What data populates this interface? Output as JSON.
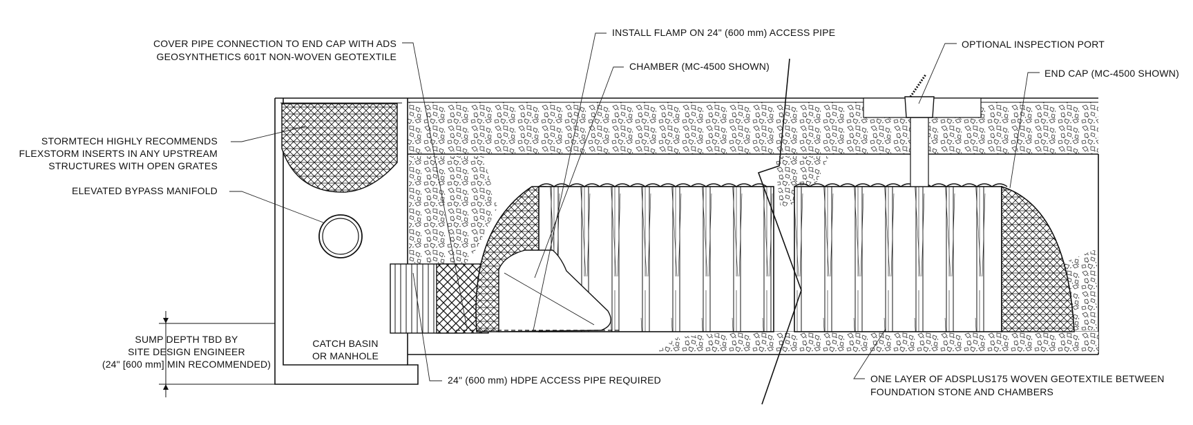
{
  "labels": {
    "geotextile_cover": [
      "COVER PIPE CONNECTION TO END CAP WITH ADS",
      "GEOSYNTHETICS 601T NON-WOVEN GEOTEXTILE"
    ],
    "flamp": "INSTALL FLAMP ON 24\" (600 mm) ACCESS PIPE",
    "chamber": "CHAMBER (MC-4500 SHOWN)",
    "inspection_port": "OPTIONAL INSPECTION PORT",
    "end_cap": "END CAP (MC-4500 SHOWN)",
    "flexstorm": [
      "STORMTECH HIGHLY RECOMMENDS",
      "FLEXSTORM INSERTS IN ANY UPSTREAM",
      "STRUCTURES WITH OPEN GRATES"
    ],
    "bypass": "ELEVATED BYPASS MANIFOLD",
    "sump": [
      "SUMP DEPTH TBD BY",
      "SITE DESIGN ENGINEER",
      "(24\" [600 mm] MIN RECOMMENDED)"
    ],
    "catch_basin": [
      "CATCH BASIN",
      "OR MANHOLE"
    ],
    "access_pipe": "24\" (600 mm) HDPE ACCESS PIPE REQUIRED",
    "foundation": [
      "ONE LAYER OF ADSPLUS175 WOVEN GEOTEXTILE BETWEEN",
      "FOUNDATION STONE AND CHAMBERS"
    ]
  }
}
